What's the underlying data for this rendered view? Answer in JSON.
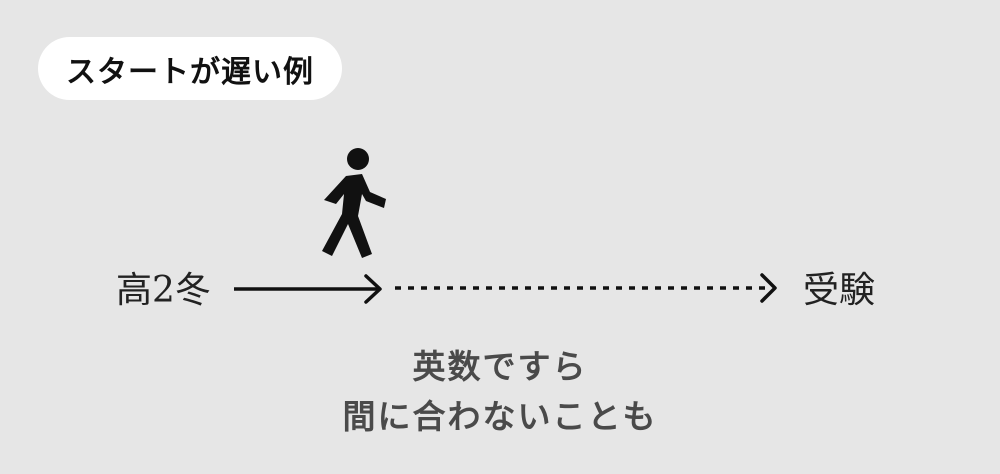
{
  "badge": {
    "label": "スタートが遅い例"
  },
  "timeline": {
    "start_label": "高2冬",
    "end_label": "受験"
  },
  "icons": {
    "walker": "person-walking-icon"
  },
  "caption": {
    "line1": "英数ですら",
    "line2": "間に合わないことも"
  },
  "colors": {
    "background": "#e6e6e6",
    "badge_bg": "#ffffff",
    "ink": "#111111",
    "caption": "#4a4a4a"
  }
}
